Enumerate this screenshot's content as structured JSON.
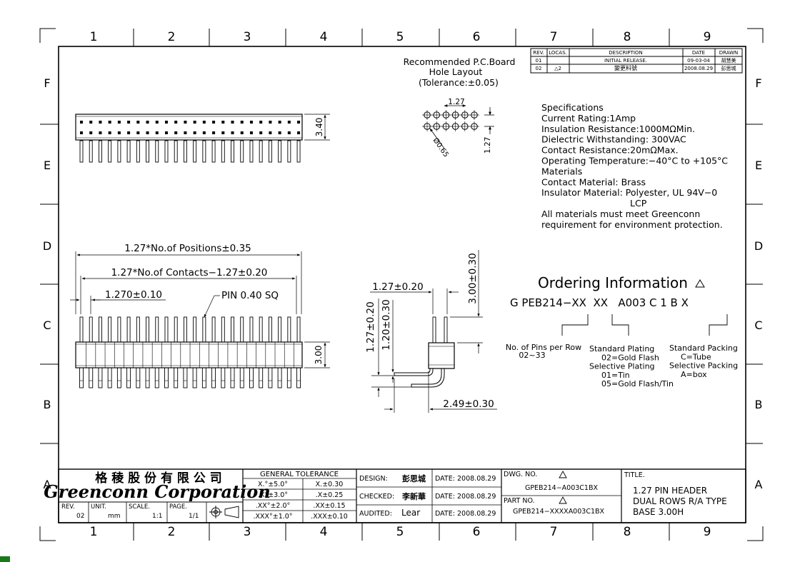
{
  "border": {
    "columns": [
      "1",
      "2",
      "3",
      "4",
      "5",
      "6",
      "7",
      "8",
      "9"
    ],
    "rows": [
      "F",
      "E",
      "D",
      "C",
      "B",
      "A"
    ]
  },
  "revision_table": {
    "headers": [
      "REV.",
      "LOCAS.",
      "DESCRIPTION",
      "DATE",
      "DRAWN"
    ],
    "rows": [
      [
        "01",
        "",
        "INITIAL RELEASE.",
        "09-03-04",
        "胡慧美"
      ],
      [
        "02",
        "△2",
        "變更料號",
        "2008.08.29",
        "彭思城"
      ]
    ]
  },
  "pcb_layout": {
    "title": "Recommended P.C.Board",
    "subtitle": "Hole Layout",
    "tolerance": "(Tolerance:±0.05)",
    "pitch_label": "1.27",
    "row_pitch_label": "1.27",
    "hole_label": "Ø0.65"
  },
  "specifications": {
    "lines": [
      "Specifications",
      "Current Rating:1Amp",
      "Insulation Resistance:1000MΩMin.",
      "Dielectric Withstanding:  300VAC",
      "Contact Resistance:20mΩMax.",
      "Operating Temperature:−40°C to +105°C",
      "Materials",
      "Contact Material: Brass",
      "Insulator Material: Polyester, UL 94V−0",
      "LCP",
      "All materials must meet Greenconn",
      "requirement for environment protection."
    ]
  },
  "top_view": {
    "height_label": "3.40"
  },
  "front_view": {
    "positions_label": "1.27*No.of Positions±0.35",
    "contacts_label": "1.27*No.of Contacts−1.27±0.20",
    "pitch_label": "1.270±0.10",
    "pin_label": "PIN 0.40 SQ",
    "height_label": "3.00"
  },
  "side_view": {
    "pitch_label": "1.27±0.20",
    "tail_label": "3.00±0.30",
    "height1_label": "1.27±0.20",
    "height2_label": "1.20±0.30",
    "depth_label": "2.49±0.30"
  },
  "ordering": {
    "title": "Ordering Information",
    "code": "G PEB214−XX  XX   A003 C 1 B X",
    "pins_label": "No. of Pins per Row",
    "pins_range": "02~33",
    "plating_lines": [
      "Standard Plating",
      "02=Gold Flash",
      "Selective Plating",
      "01=Tin",
      "05=Gold Flash/Tin"
    ],
    "packing_lines": [
      "Standard Packing",
      "C=Tube",
      "Selective Packing",
      "A=box"
    ]
  },
  "title_block": {
    "company_cn": "格 稜 股 份 有 限 公 司",
    "company_en": "Greenconn Corporation",
    "rev_label": "REV.",
    "rev_value": "02",
    "unit_label": "UNIT.",
    "unit_value": "mm",
    "scale_label": "SCALE.",
    "scale_value": "1:1",
    "page_label": "PAGE.",
    "page_value": "1/1",
    "tolerance_title": "GENERAL TOLERANCE",
    "tolerance_rows": [
      [
        "X.°±5.0°",
        "X.±0.30"
      ],
      [
        ".X°±3.0°",
        ".X±0.25"
      ],
      [
        ".XX°±2.0°",
        ".XX±0.15"
      ],
      [
        ".XXX°±1.0°",
        ".XXX±0.10"
      ]
    ],
    "design_label": "DESIGN:",
    "design_name": "彭思城",
    "checked_label": "CHECKED:",
    "checked_name": "李新華",
    "audited_label": "AUDITED:",
    "audited_name": "Lear",
    "date_label": "DATE:",
    "dates": [
      "2008.08.29",
      "2008.08.29",
      "2008.08.29"
    ],
    "dwg_label": "DWG. NO.",
    "dwg_value": "GPEB214−A003C1BX",
    "part_label": "PART NO.",
    "part_value": "GPEB214−XXXXA003C1BX",
    "title_label": "TITLE.",
    "title_lines": [
      "1.27 PIN HEADER",
      "DUAL ROWS R/A TYPE",
      "BASE 3.00H"
    ]
  }
}
